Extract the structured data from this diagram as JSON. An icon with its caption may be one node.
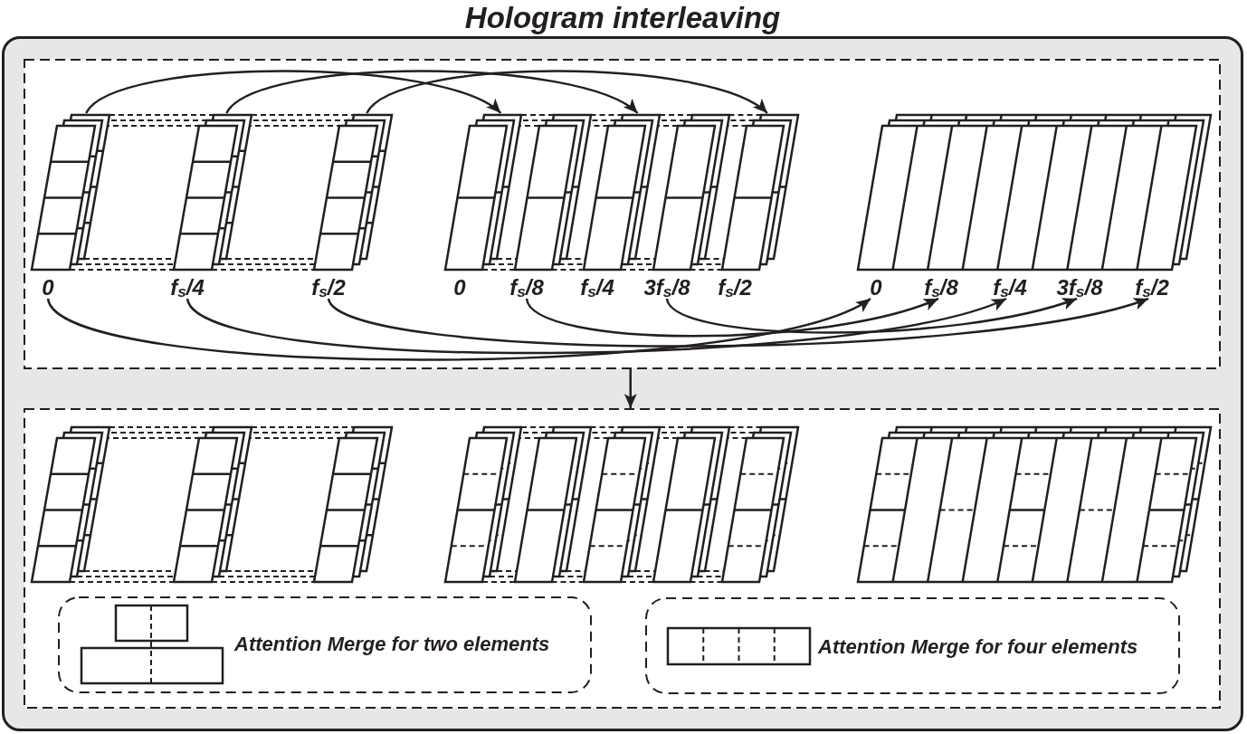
{
  "diagram": {
    "title": "Hologram interleaving",
    "nodes": [
      {
        "text": [],
        "shape": "box"
      },
      {
        "text": [],
        "shape": "box",
        "in": 0
      },
      {
        "text": [],
        "shape": "box",
        "in": 1
      },
      {
        "text": [],
        "shape": "box",
        "in": 1
      },
      {
        "text": [],
        "shape": "box",
        "in": 1
      },
      {
        "text": [],
        "shape": "box",
        "in": 1
      },
      {
        "text": [],
        "shape": "box",
        "in": 1
      },
      {
        "text": [],
        "shape": "box",
        "in": 1
      },
      {
        "text": [],
        "shape": "box",
        "in": 1
      },
      {
        "text": [],
        "shape": "box",
        "in": 1
      },
      {
        "text": [],
        "shape": "box",
        "in": 1
      },
      {
        "text": [
          "0"
        ],
        "in": 1
      },
      {
        "text": [
          "f$_{s}$/4"
        ],
        "in": 1
      },
      {
        "text": [
          "f$_{s}$/2"
        ],
        "in": 1
      },
      {
        "text": [
          "0"
        ],
        "in": 1
      },
      {
        "text": [
          "f$_{s}$/8"
        ],
        "in": 1
      },
      {
        "text": [
          "f$_{s}$/4"
        ],
        "in": 1
      },
      {
        "text": [
          "3f$_{s}$/8"
        ],
        "in": 1
      },
      {
        "text": [
          "f$_{s}$/2"
        ],
        "in": 1
      },
      {
        "text": [
          "0"
        ],
        "in": 1
      },
      {
        "text": [
          "f$_{s}$/8"
        ],
        "in": 1
      },
      {
        "text": [
          "f$_{s}$/4"
        ],
        "in": 1
      },
      {
        "text": [
          "3f$_{s}$/8"
        ],
        "in": 1
      },
      {
        "text": [
          "f$_{s}$/2"
        ],
        "in": 1
      },
      {
        "text": [],
        "shape": "box",
        "in": 0
      },
      {
        "text": [],
        "shape": "box",
        "in": 24
      },
      {
        "text": [],
        "shape": "box",
        "in": 24
      },
      {
        "text": [],
        "shape": "box",
        "in": 24
      },
      {
        "text": [],
        "shape": "box",
        "in": 24
      },
      {
        "text": [],
        "shape": "box",
        "in": 24
      },
      {
        "text": [],
        "shape": "box",
        "in": 24
      },
      {
        "text": [],
        "shape": "box",
        "in": 24
      },
      {
        "text": [],
        "shape": "box",
        "in": 24
      },
      {
        "text": [],
        "shape": "box",
        "in": 24
      },
      {
        "text": [
          "Attention Merge for two elements"
        ],
        "in": 24
      },
      {
        "text": [
          "Attention Merge for four elements"
        ],
        "in": 24
      }
    ],
    "edges": [
      {
        "from": 2,
        "to": 5,
        "arrow": "to"
      },
      {
        "from": 3,
        "to": 7,
        "arrow": "to"
      },
      {
        "from": 4,
        "to": 9,
        "arrow": "to"
      },
      {
        "from": 11,
        "to": 19,
        "arrow": "to"
      },
      {
        "from": 12,
        "to": 21,
        "arrow": "to"
      },
      {
        "from": 13,
        "to": 23,
        "arrow": "to"
      },
      {
        "from": 15,
        "to": 20,
        "arrow": "to"
      },
      {
        "from": 17,
        "to": 22,
        "arrow": "to"
      },
      {
        "from": 1,
        "to": 24,
        "arrow": "to"
      }
    ]
  }
}
